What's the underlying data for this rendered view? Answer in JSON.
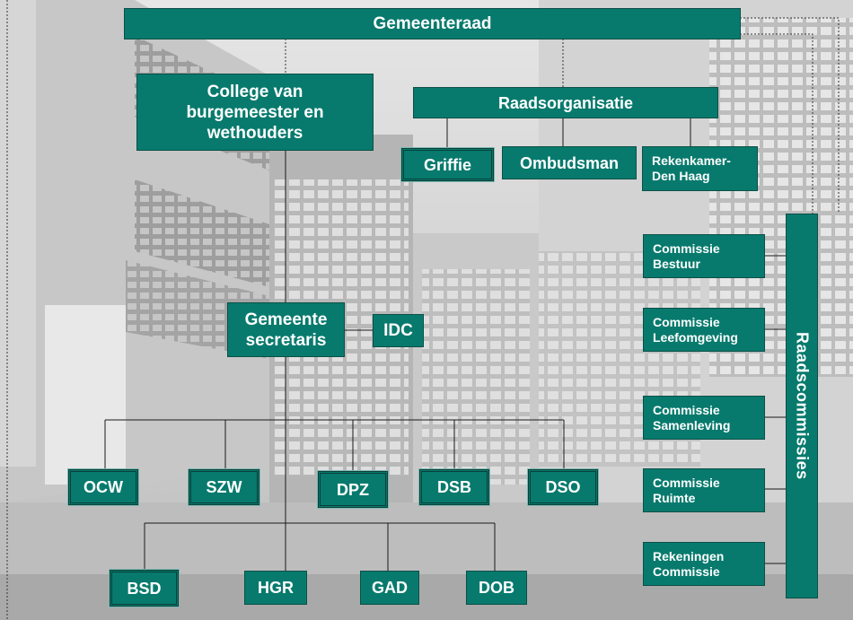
{
  "colors": {
    "box_fill": "#077a6d",
    "box_text": "#ffffff",
    "connector": "#1a1a1a",
    "background": "#cfcfcf"
  },
  "org_chart": {
    "gemeenteraad": "Gemeenteraad",
    "college": [
      "College van",
      "burgemeester en",
      "wethouders"
    ],
    "raadsorganisatie": "Raadsorganisatie",
    "griffie": "Griffie",
    "ombudsman": "Ombudsman",
    "rekenkamer": [
      "Rekenkamer-",
      "Den Haag"
    ],
    "gemeentesecretaris": [
      "Gemeente",
      "secretaris"
    ],
    "idc": "IDC",
    "diensten": [
      "OCW",
      "SZW",
      "DPZ",
      "DSB",
      "DSO"
    ],
    "ondersteuning": [
      "BSD",
      "HGR",
      "GAD",
      "DOB"
    ],
    "raadscommissies": "Raadscommissies",
    "commissies": [
      [
        "Commissie",
        "Bestuur"
      ],
      [
        "Commissie",
        "Leefomgeving"
      ],
      [
        "Commissie",
        "Samenleving"
      ],
      [
        "Commissie",
        "Ruimte"
      ],
      [
        "Rekeningen",
        "Commissie"
      ]
    ]
  }
}
